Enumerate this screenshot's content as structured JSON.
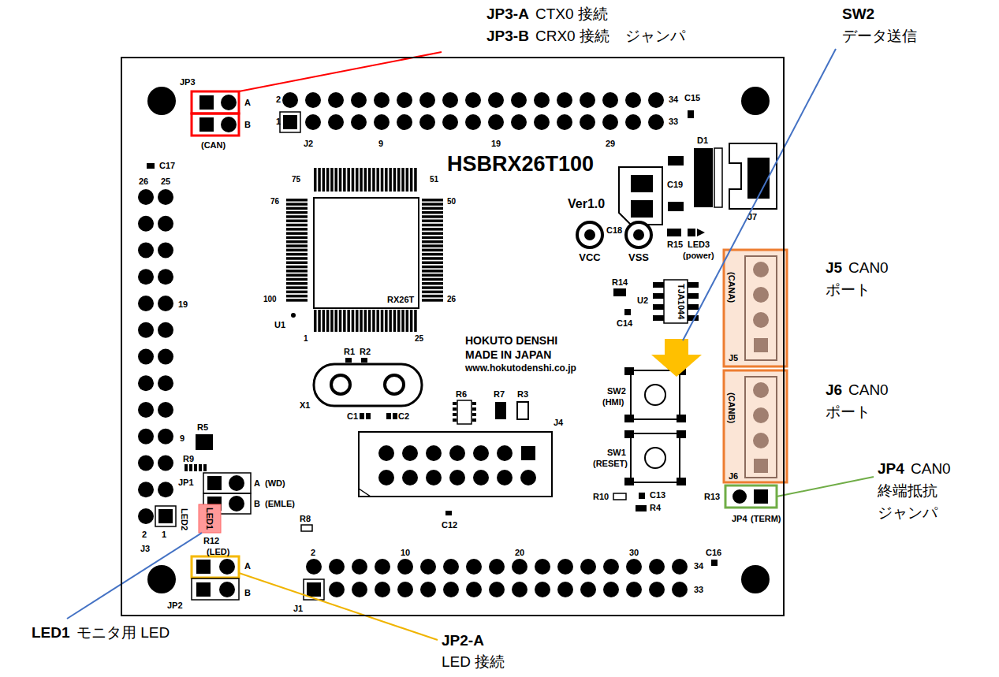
{
  "diagram": {
    "nodes": [
      {
        "text": [
          "HSBRX26T100",
          "Ver1.0"
        ]
      },
      {
        "text": [
          "RX26T"
        ],
        "in": 0
      }
    ],
    "labels": [
      "JP3-A",
      "CTX0 接続",
      "JP3-B",
      "CRX0 接続",
      "ジャンパ",
      "SW2",
      "データ送信",
      "J5",
      "CAN0",
      "ポート",
      "J6",
      "CAN0",
      "ポート",
      "JP4",
      "CAN0",
      "終端抵抗",
      "ジャンパ",
      "LED1",
      "モニタ用 LED",
      "JP2-A",
      "LED 接続",
      "JP3",
      "A",
      "B",
      "(CAN)",
      "2",
      "1",
      "J2",
      "9",
      "19",
      "29",
      "34",
      "33",
      "C15",
      "C17",
      "26",
      "25",
      "19",
      "9",
      "2",
      "1",
      "J3",
      "75",
      "51",
      "76",
      "50",
      "100",
      "26",
      "1",
      "25",
      "U1",
      "C18",
      "C19",
      "D1",
      "J7",
      "VCC",
      "VSS",
      "R15",
      "LED3",
      "(power)",
      "(CANA)",
      "J5",
      "(CANB)",
      "J6",
      "R14",
      "U2",
      "TJA1044",
      "C14",
      "HOKUTO DENSHI",
      "MADE IN JAPAN",
      "www.hokutodenshi.co.jp",
      "R1",
      "R2",
      "X1",
      "C1",
      "C2",
      "R6",
      "R7",
      "R3",
      "J4",
      "SW2",
      "(HMI)",
      "SW1",
      "(RESET)",
      "R10",
      "C13",
      "R4",
      "R13",
      "JP4",
      "(TERM)",
      "R5",
      "R9",
      "JP1",
      "A",
      "B",
      "(WD)",
      "(EMLE)",
      "R8",
      "C12",
      "LED2",
      "LED1",
      "R12",
      "(LED)",
      "A",
      "B",
      "JP2",
      "J1",
      "2",
      "10",
      "20",
      "30",
      "34",
      "33",
      "C16"
    ]
  }
}
